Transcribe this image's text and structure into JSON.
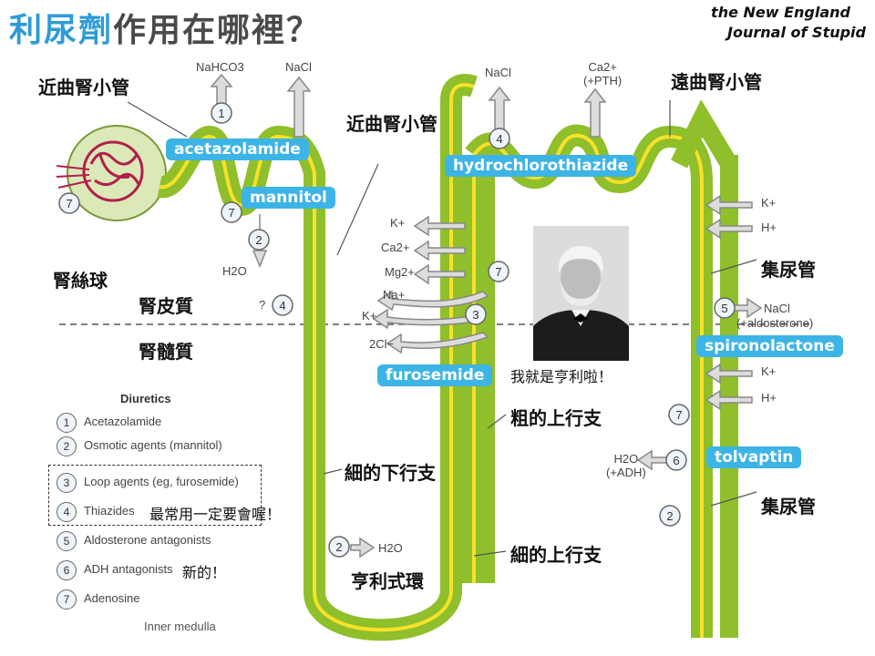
{
  "header": {
    "title_highlight": "利尿劑",
    "title_rest": "作用在哪裡？",
    "brand_line1": "the New England",
    "brand_line2": "Journal of Stupid"
  },
  "labels": {
    "pct_left": "近曲腎小管",
    "pct_mid": "近曲腎小管",
    "dct": "遠曲腎小管",
    "glomerulus": "腎絲球",
    "cortex": "腎皮質",
    "medulla": "腎髓質",
    "cd_upper": "集尿管",
    "cd_lower": "集尿管",
    "thick_ascending": "粗的上行支",
    "thin_descending": "細的下行支",
    "thin_ascending": "細的上行支",
    "henle_loop": "亨利式環"
  },
  "drugs": {
    "acetazolamide": "acetazolamide",
    "mannitol": "mannitol",
    "hctz": "hydrochlorothiazide",
    "furosemide": "furosemide",
    "spironolactone": "spironolactone",
    "tolvaptan": "tolvaptin"
  },
  "ions": {
    "nahco3": "NaHCO3",
    "nacl_pct": "NaCl",
    "nacl_dct": "NaCl",
    "ca_pth_1": "Ca2+",
    "ca_pth_2": "(+PTH)",
    "k1": "K+",
    "ca": "Ca2+",
    "mg": "Mg2+",
    "na": "Na+",
    "k2": "K+",
    "cl": "2Cl−",
    "h2o_pct": "H2O",
    "q_mark": "?",
    "k_cd1": "K+",
    "h_cd1": "H+",
    "nacl_cd": "NaCl",
    "aldosterone": "(+aldosterone)",
    "k_cd2": "K+",
    "h_cd2": "H+",
    "h2o_cd_1": "H2O",
    "h2o_cd_2": "(+ADH)",
    "h2o_loop": "H2O"
  },
  "badges": {
    "b1": "1",
    "b7_glom": "7",
    "b7_pct": "7",
    "b2_pct": "2",
    "b4_cortex": "4",
    "b4_dct": "4",
    "b7_tal": "7",
    "b3_tal": "3",
    "b5_cd": "5",
    "b7_cd": "7",
    "b6_cd": "6",
    "b2_cd": "2",
    "b2_loop": "2"
  },
  "legend": {
    "title": "Diuretics",
    "items": [
      {
        "num": "1",
        "label": "Acetazolamide"
      },
      {
        "num": "2",
        "label": "Osmotic agents (mannitol)"
      },
      {
        "num": "3",
        "label": "Loop agents (eg, furosemide)"
      },
      {
        "num": "4",
        "label": "Thiazides"
      },
      {
        "num": "5",
        "label": "Aldosterone antagonists"
      },
      {
        "num": "6",
        "label": "ADH antagonists"
      },
      {
        "num": "7",
        "label": "Adenosine"
      }
    ],
    "footer": "Inner medulla"
  },
  "notes": {
    "henle_quote": "我就是亨利啦！",
    "thiazide_note": "最常用一定要會喔！",
    "adh_note": "新的！"
  },
  "colors": {
    "tubule_fill": "#8fbf2a",
    "tubule_lumen": "#f7e12a",
    "drug_label_bg": "#3db4e6",
    "title_accent": "#2e9bd6",
    "arrow_fill": "#dcdcdc"
  }
}
